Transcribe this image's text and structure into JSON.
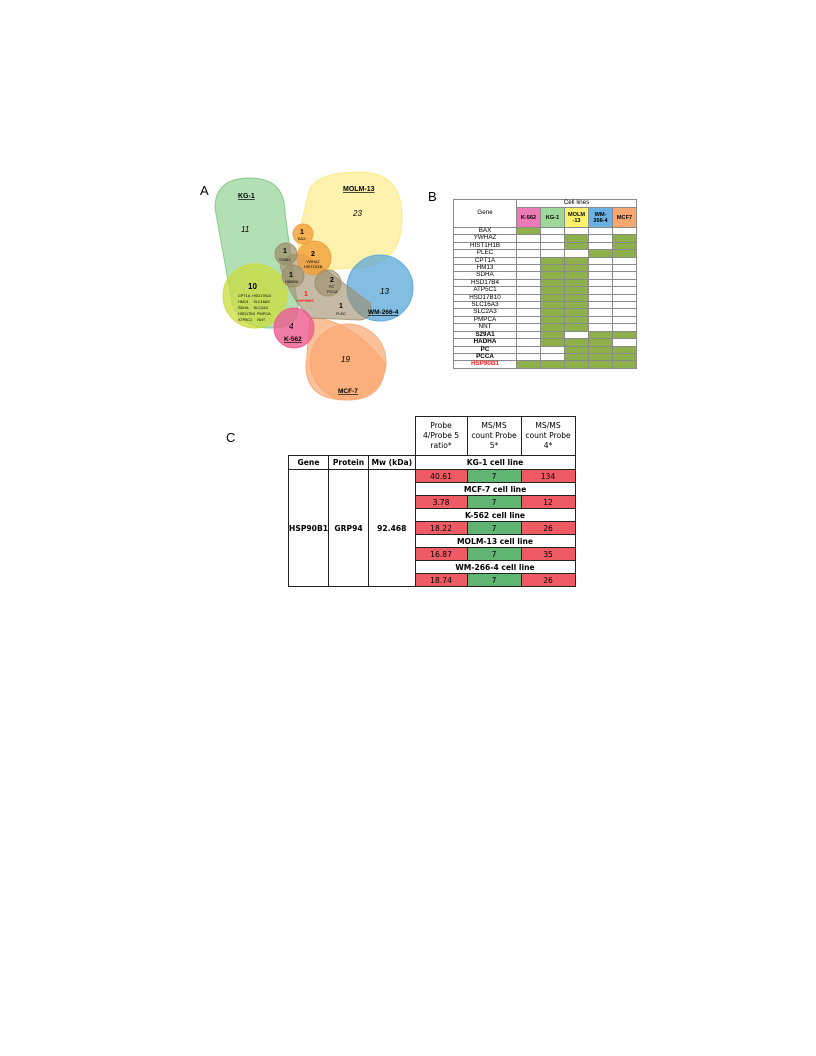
{
  "panels": {
    "a": "A",
    "b": "B",
    "c": "C"
  },
  "venn": {
    "colors": {
      "kg1": "#74c476",
      "molm13": "#ffe66b",
      "wm2664": "#5aa7d8",
      "k562": "#ec5b8f",
      "mcf7": "#f9a771",
      "yellowgreen": "#c9dc3c",
      "orange": "#f2a03a",
      "brown": "#9c8c6a"
    },
    "labels": {
      "kg1": "KG-1",
      "molm13": "MOLM-13",
      "wm2664": "WM-266-4",
      "k562": "K-562",
      "mcf7": "MCF-7"
    },
    "counts": {
      "kg1": "11",
      "molm13": "23",
      "wm2664": "13",
      "k562": "4",
      "mcf7": "19",
      "big": "10",
      "s29": "1",
      "bax": "1",
      "ywhaz": "2",
      "hadha": "1",
      "pc": "2",
      "plec": "1",
      "hsp": "1"
    },
    "genes": {
      "s29": "S29A1",
      "bax": "BAX",
      "ywhaz1": "YWHAZ",
      "ywhaz2": "HIST1H1B",
      "hadha": "HADHA",
      "pc1": "PC",
      "pc2": "PCCA",
      "plec": "PLEC",
      "hsp": "HSP90B1",
      "big1": "CPT1A  HSD17B10",
      "big2": "HM13     SLC16A3",
      "big3": "SDHA     SLC2A3",
      "big4": "HSD17B4  PMPCA",
      "big5": "ATP5C1     NNT"
    }
  },
  "tableB": {
    "gene_header": "Gene",
    "group_header": "Cell lines",
    "columns": [
      {
        "label1": "K-562",
        "label2": "",
        "color": "#ec7ab5"
      },
      {
        "label1": "KG-1",
        "label2": "",
        "color": "#9ed89a"
      },
      {
        "label1": "MOLM",
        "label2": "-13",
        "color": "#fff36e"
      },
      {
        "label1": "WM-",
        "label2": "266-4",
        "color": "#6ab2e6"
      },
      {
        "label1": "MCF7",
        "label2": "",
        "color": "#f9a771"
      }
    ],
    "rows": [
      {
        "gene": "BAX",
        "style": "",
        "cells": [
          1,
          0,
          0,
          0,
          0
        ]
      },
      {
        "gene": "YWHAZ",
        "style": "",
        "cells": [
          0,
          0,
          1,
          0,
          1
        ]
      },
      {
        "gene": "HIST1H1B",
        "style": "",
        "cells": [
          0,
          0,
          1,
          0,
          1
        ]
      },
      {
        "gene": "PLEC",
        "style": "",
        "cells": [
          0,
          0,
          0,
          1,
          1
        ]
      },
      {
        "gene": "CPT1A",
        "style": "",
        "cells": [
          0,
          1,
          1,
          0,
          0
        ]
      },
      {
        "gene": "HM13",
        "style": "",
        "cells": [
          0,
          1,
          1,
          0,
          0
        ]
      },
      {
        "gene": "SDHA",
        "style": "",
        "cells": [
          0,
          1,
          1,
          0,
          0
        ]
      },
      {
        "gene": "HSD17B4",
        "style": "",
        "cells": [
          0,
          1,
          1,
          0,
          0
        ]
      },
      {
        "gene": "ATP5C1",
        "style": "",
        "cells": [
          0,
          1,
          1,
          0,
          0
        ]
      },
      {
        "gene": "HSD17B10",
        "style": "",
        "cells": [
          0,
          1,
          1,
          0,
          0
        ]
      },
      {
        "gene": "SLC16A3",
        "style": "",
        "cells": [
          0,
          1,
          1,
          0,
          0
        ]
      },
      {
        "gene": "SLC2A3",
        "style": "",
        "cells": [
          0,
          1,
          1,
          0,
          0
        ]
      },
      {
        "gene": "PMPCA",
        "style": "",
        "cells": [
          0,
          1,
          1,
          0,
          0
        ]
      },
      {
        "gene": "NNT",
        "style": "",
        "cells": [
          0,
          1,
          1,
          0,
          0
        ]
      },
      {
        "gene": "S29A1",
        "style": "bold",
        "cells": [
          0,
          1,
          0,
          1,
          1
        ]
      },
      {
        "gene": "HADHA",
        "style": "bold",
        "cells": [
          0,
          1,
          1,
          1,
          0
        ]
      },
      {
        "gene": "PC",
        "style": "bold",
        "cells": [
          0,
          0,
          1,
          1,
          1
        ]
      },
      {
        "gene": "PCCA",
        "style": "bold",
        "cells": [
          0,
          0,
          1,
          1,
          1
        ]
      },
      {
        "gene": "HSP90B1",
        "style": "red",
        "cells": [
          1,
          1,
          1,
          1,
          1
        ]
      }
    ]
  },
  "tableC": {
    "head1": [
      "Probe",
      "MS/MS",
      "MS/MS"
    ],
    "head2": [
      "4/Probe 5",
      "count Probe",
      "count Probe"
    ],
    "head3": [
      "ratio*",
      "5*",
      "4*"
    ],
    "colhdr": [
      "Gene",
      "Protein",
      "Mw (kDa)"
    ],
    "gene": "HSP90B1",
    "protein": "GRP94",
    "mw": "92.468",
    "sections": [
      {
        "name": "KG-1 cell line",
        "ratio": "40.61",
        "c5": "7",
        "c4": "134"
      },
      {
        "name": "MCF-7 cell line",
        "ratio": "3.78",
        "c5": "7",
        "c4": "12"
      },
      {
        "name": "K-562 cell line",
        "ratio": "18.22",
        "c5": "7",
        "c4": "26"
      },
      {
        "name": "MOLM-13 cell line",
        "ratio": "16.87",
        "c5": "7",
        "c4": "35"
      },
      {
        "name": "WM-266-4 cell line",
        "ratio": "18.74",
        "c5": "7",
        "c4": "26"
      }
    ]
  }
}
